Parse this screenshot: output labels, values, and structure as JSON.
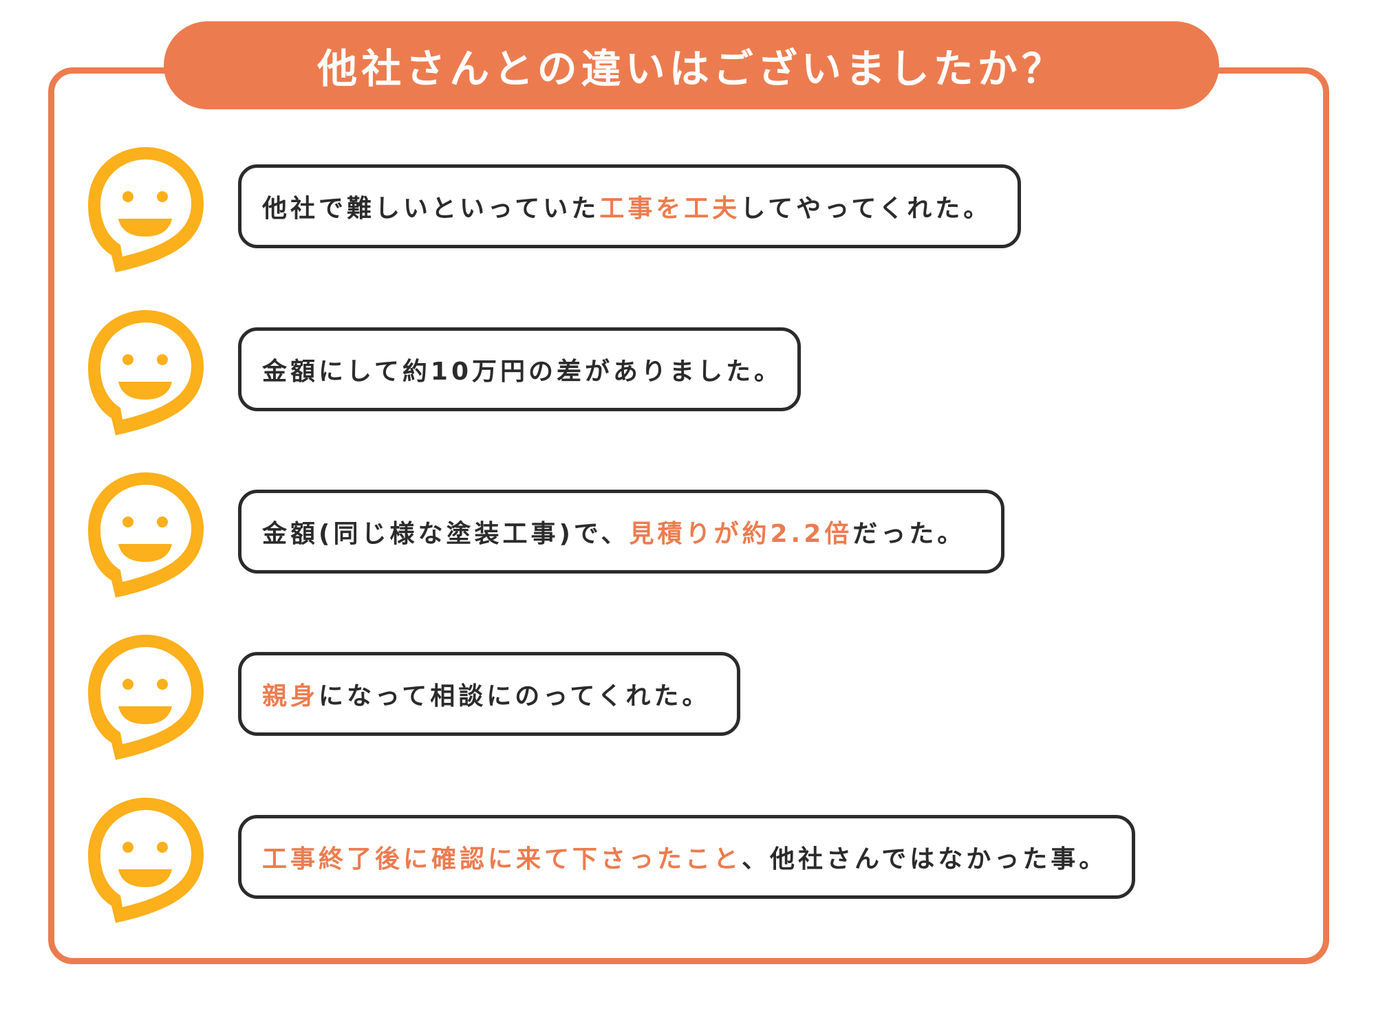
{
  "title": "他社さんとの違いはございましたか？",
  "colors": {
    "accent": "#ec7c4f",
    "face": "#fbb01c",
    "text": "#2b2b2b"
  },
  "icon": "smiley-speech-bubble-icon",
  "comments": [
    {
      "segments": [
        {
          "text": "他社で難しいといっていた",
          "highlight": false
        },
        {
          "text": "工事を工夫",
          "highlight": true
        },
        {
          "text": "してやってくれた。",
          "highlight": false
        }
      ]
    },
    {
      "segments": [
        {
          "text": "金額にして約10万円の差がありました。",
          "highlight": false
        }
      ]
    },
    {
      "segments": [
        {
          "text": "金額(同じ様な塗装工事)で、",
          "highlight": false
        },
        {
          "text": "見積りが約2.2倍",
          "highlight": true
        },
        {
          "text": "だった。",
          "highlight": false
        }
      ]
    },
    {
      "segments": [
        {
          "text": "親身",
          "highlight": true
        },
        {
          "text": "になって相談にのってくれた。",
          "highlight": false
        }
      ]
    },
    {
      "segments": [
        {
          "text": "工事終了後に確認に来て下さったこと",
          "highlight": true
        },
        {
          "text": "、他社さんではなかった事。",
          "highlight": false
        }
      ]
    }
  ]
}
